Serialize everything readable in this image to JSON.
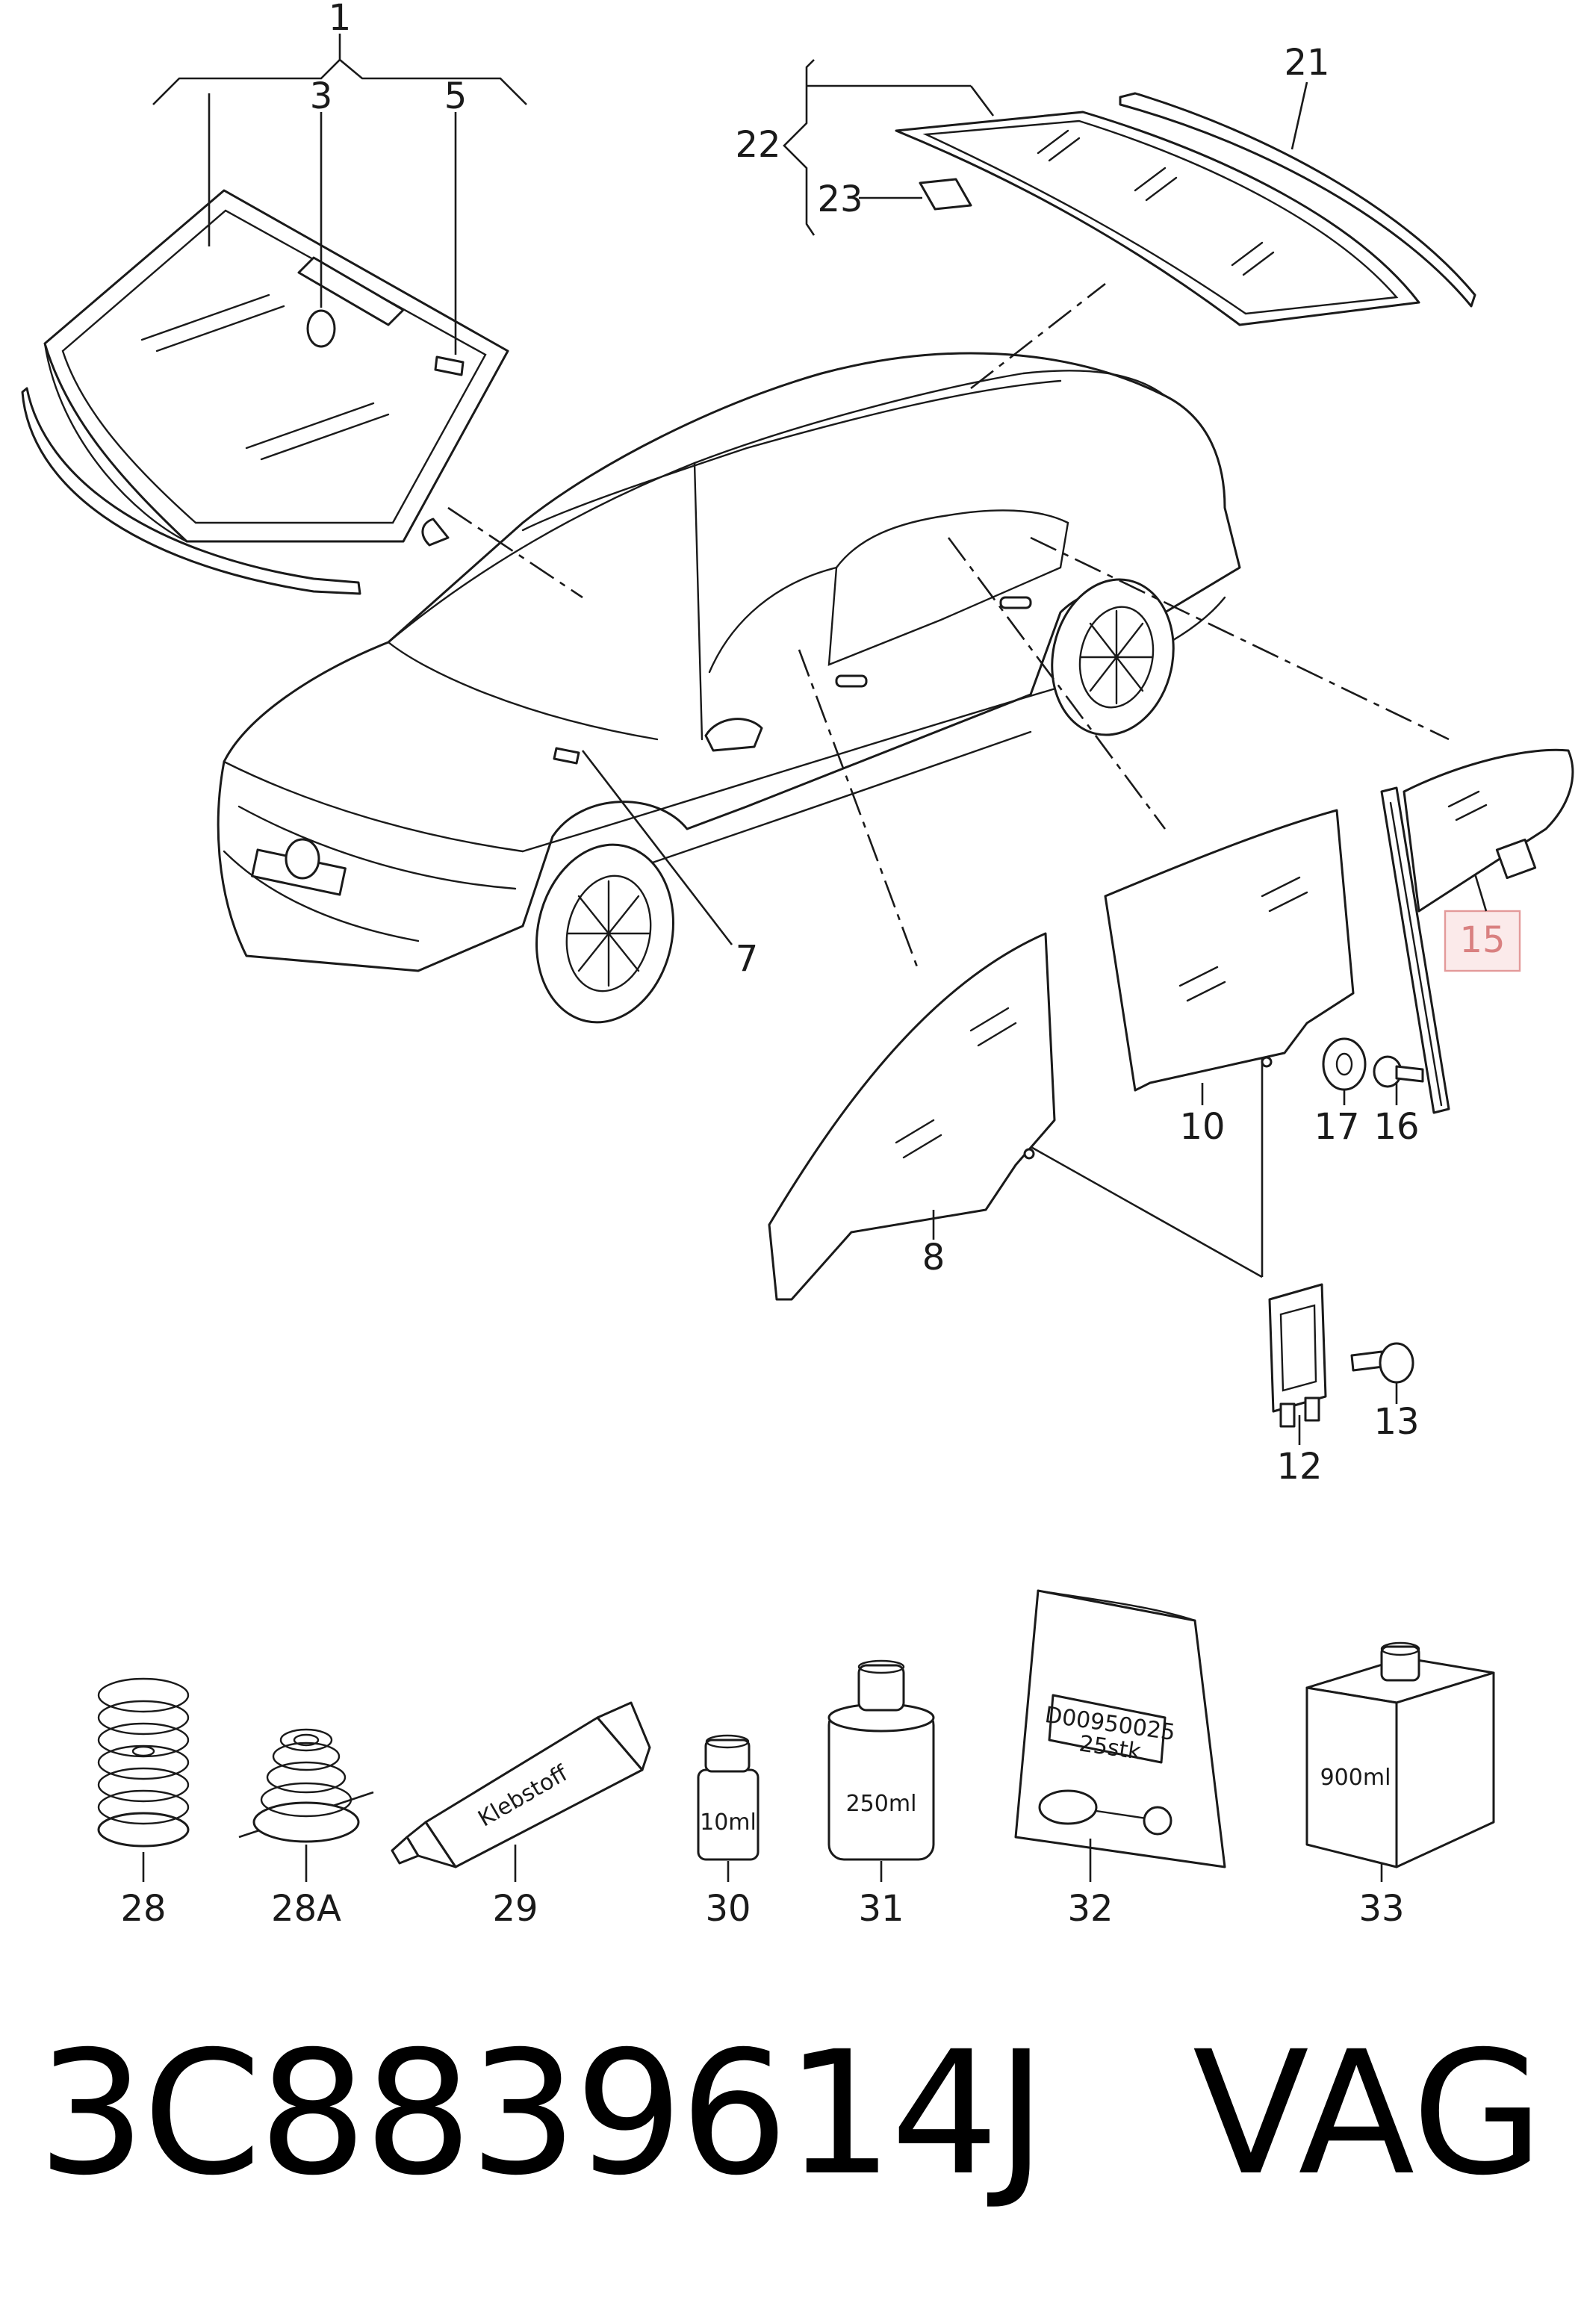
{
  "callouts": {
    "c1": "1",
    "c3": "3",
    "c5": "5",
    "c7": "7",
    "c8": "8",
    "c10": "10",
    "c12": "12",
    "c13": "13",
    "c15": "15",
    "c16": "16",
    "c17": "17",
    "c21": "21",
    "c22": "22",
    "c23": "23",
    "c28": "28",
    "c28a": "28A",
    "c29": "29",
    "c30": "30",
    "c31": "31",
    "c32": "32",
    "c33": "33"
  },
  "product_text": {
    "tube": "Klebstoff",
    "bottle_small": "10ml",
    "can": "250ml",
    "bag_code": "D00950025",
    "bag_qty": "25stk",
    "canister": "900ml"
  },
  "highlight_color": "#e39a9a",
  "footer": {
    "part_number": "3C8839614J",
    "brand": "VAG"
  }
}
